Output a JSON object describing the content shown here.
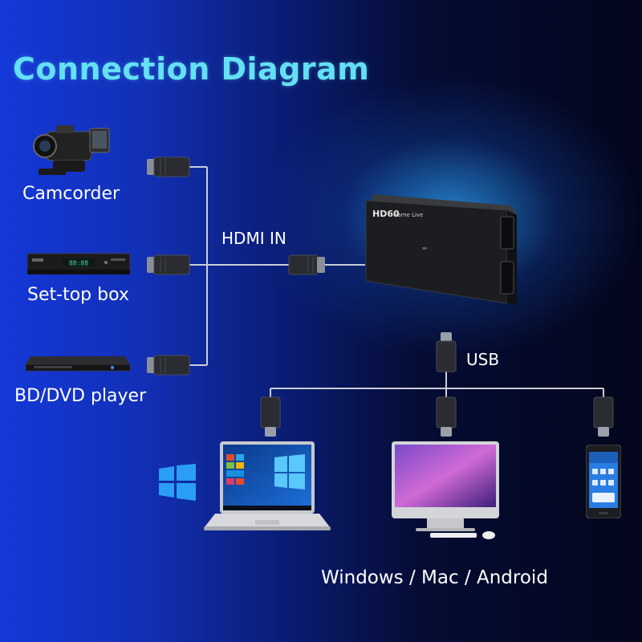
{
  "title": "Connection Diagram",
  "sources": [
    {
      "label": "Camcorder",
      "icon": "camcorder-icon"
    },
    {
      "label": "Set-top box",
      "icon": "set-top-box-icon"
    },
    {
      "label": "BD/DVD player",
      "icon": "dvd-player-icon"
    }
  ],
  "hdmi_label": "HDMI IN",
  "usb_label": "USB",
  "capture_card": {
    "brand_text": "HD60",
    "model_text": "Game Live"
  },
  "settop_display": "88:88",
  "laptop_label": "Windows",
  "bottom_label": "Windows / Mac / Android",
  "colors": {
    "title": "#64e0f4",
    "wire": "#c9cdd6",
    "text": "#ffffff"
  }
}
